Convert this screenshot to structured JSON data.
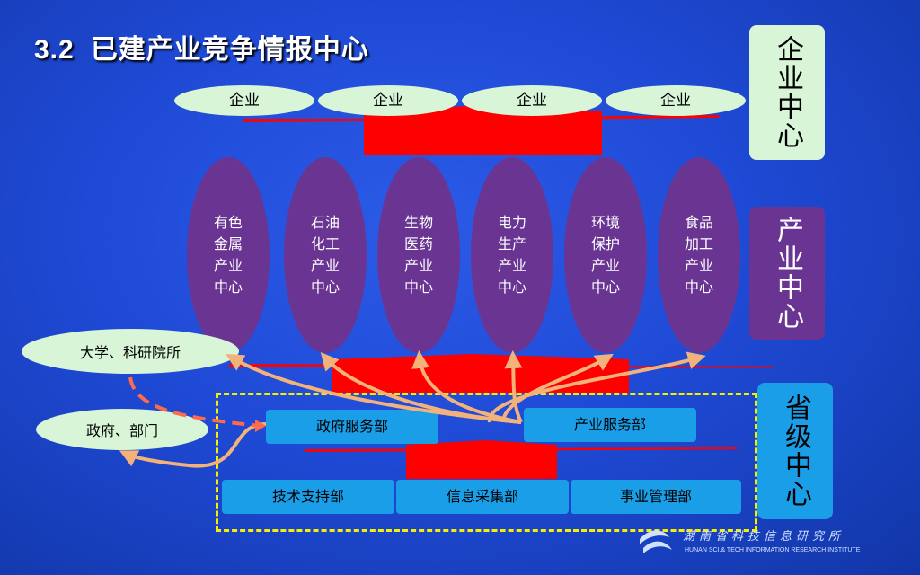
{
  "slide": {
    "number": "3.2",
    "title": "已建产业竞争情报中心"
  },
  "enterprises": [
    "企业",
    "企业",
    "企业",
    "企业"
  ],
  "industry_centers": [
    "有色金属产业中心",
    "石油化工产业中心",
    "生物医药产业中心",
    "电力生产产业中心",
    "环境保护产业中心",
    "食品加工产业中心"
  ],
  "side_labels": {
    "enterprise_center": "企业中心",
    "industry_center": "产业中心",
    "provincial_center": "省级中心"
  },
  "partners": {
    "university": "大学、科研院所",
    "government": "政府、部门"
  },
  "departments": {
    "gov_service": "政府服务部",
    "industry_service": "产业服务部",
    "tech_support": "技术支持部",
    "info_collection": "信息采集部",
    "business_mgmt": "事业管理部"
  },
  "logo": {
    "cn": "湖南省科技信息研究所",
    "en": "HUNAN SCI.& TECH INFORMATION RESEARCH INSTITUTE"
  },
  "colors": {
    "background": "#1f4ad6",
    "green_pill": "#d8f5d8",
    "purple": "#6a3592",
    "blue_dept": "#1b9ee8",
    "red": "#ff0000",
    "arrow": "#f2b27a",
    "dash_frame": "#f5f000"
  }
}
